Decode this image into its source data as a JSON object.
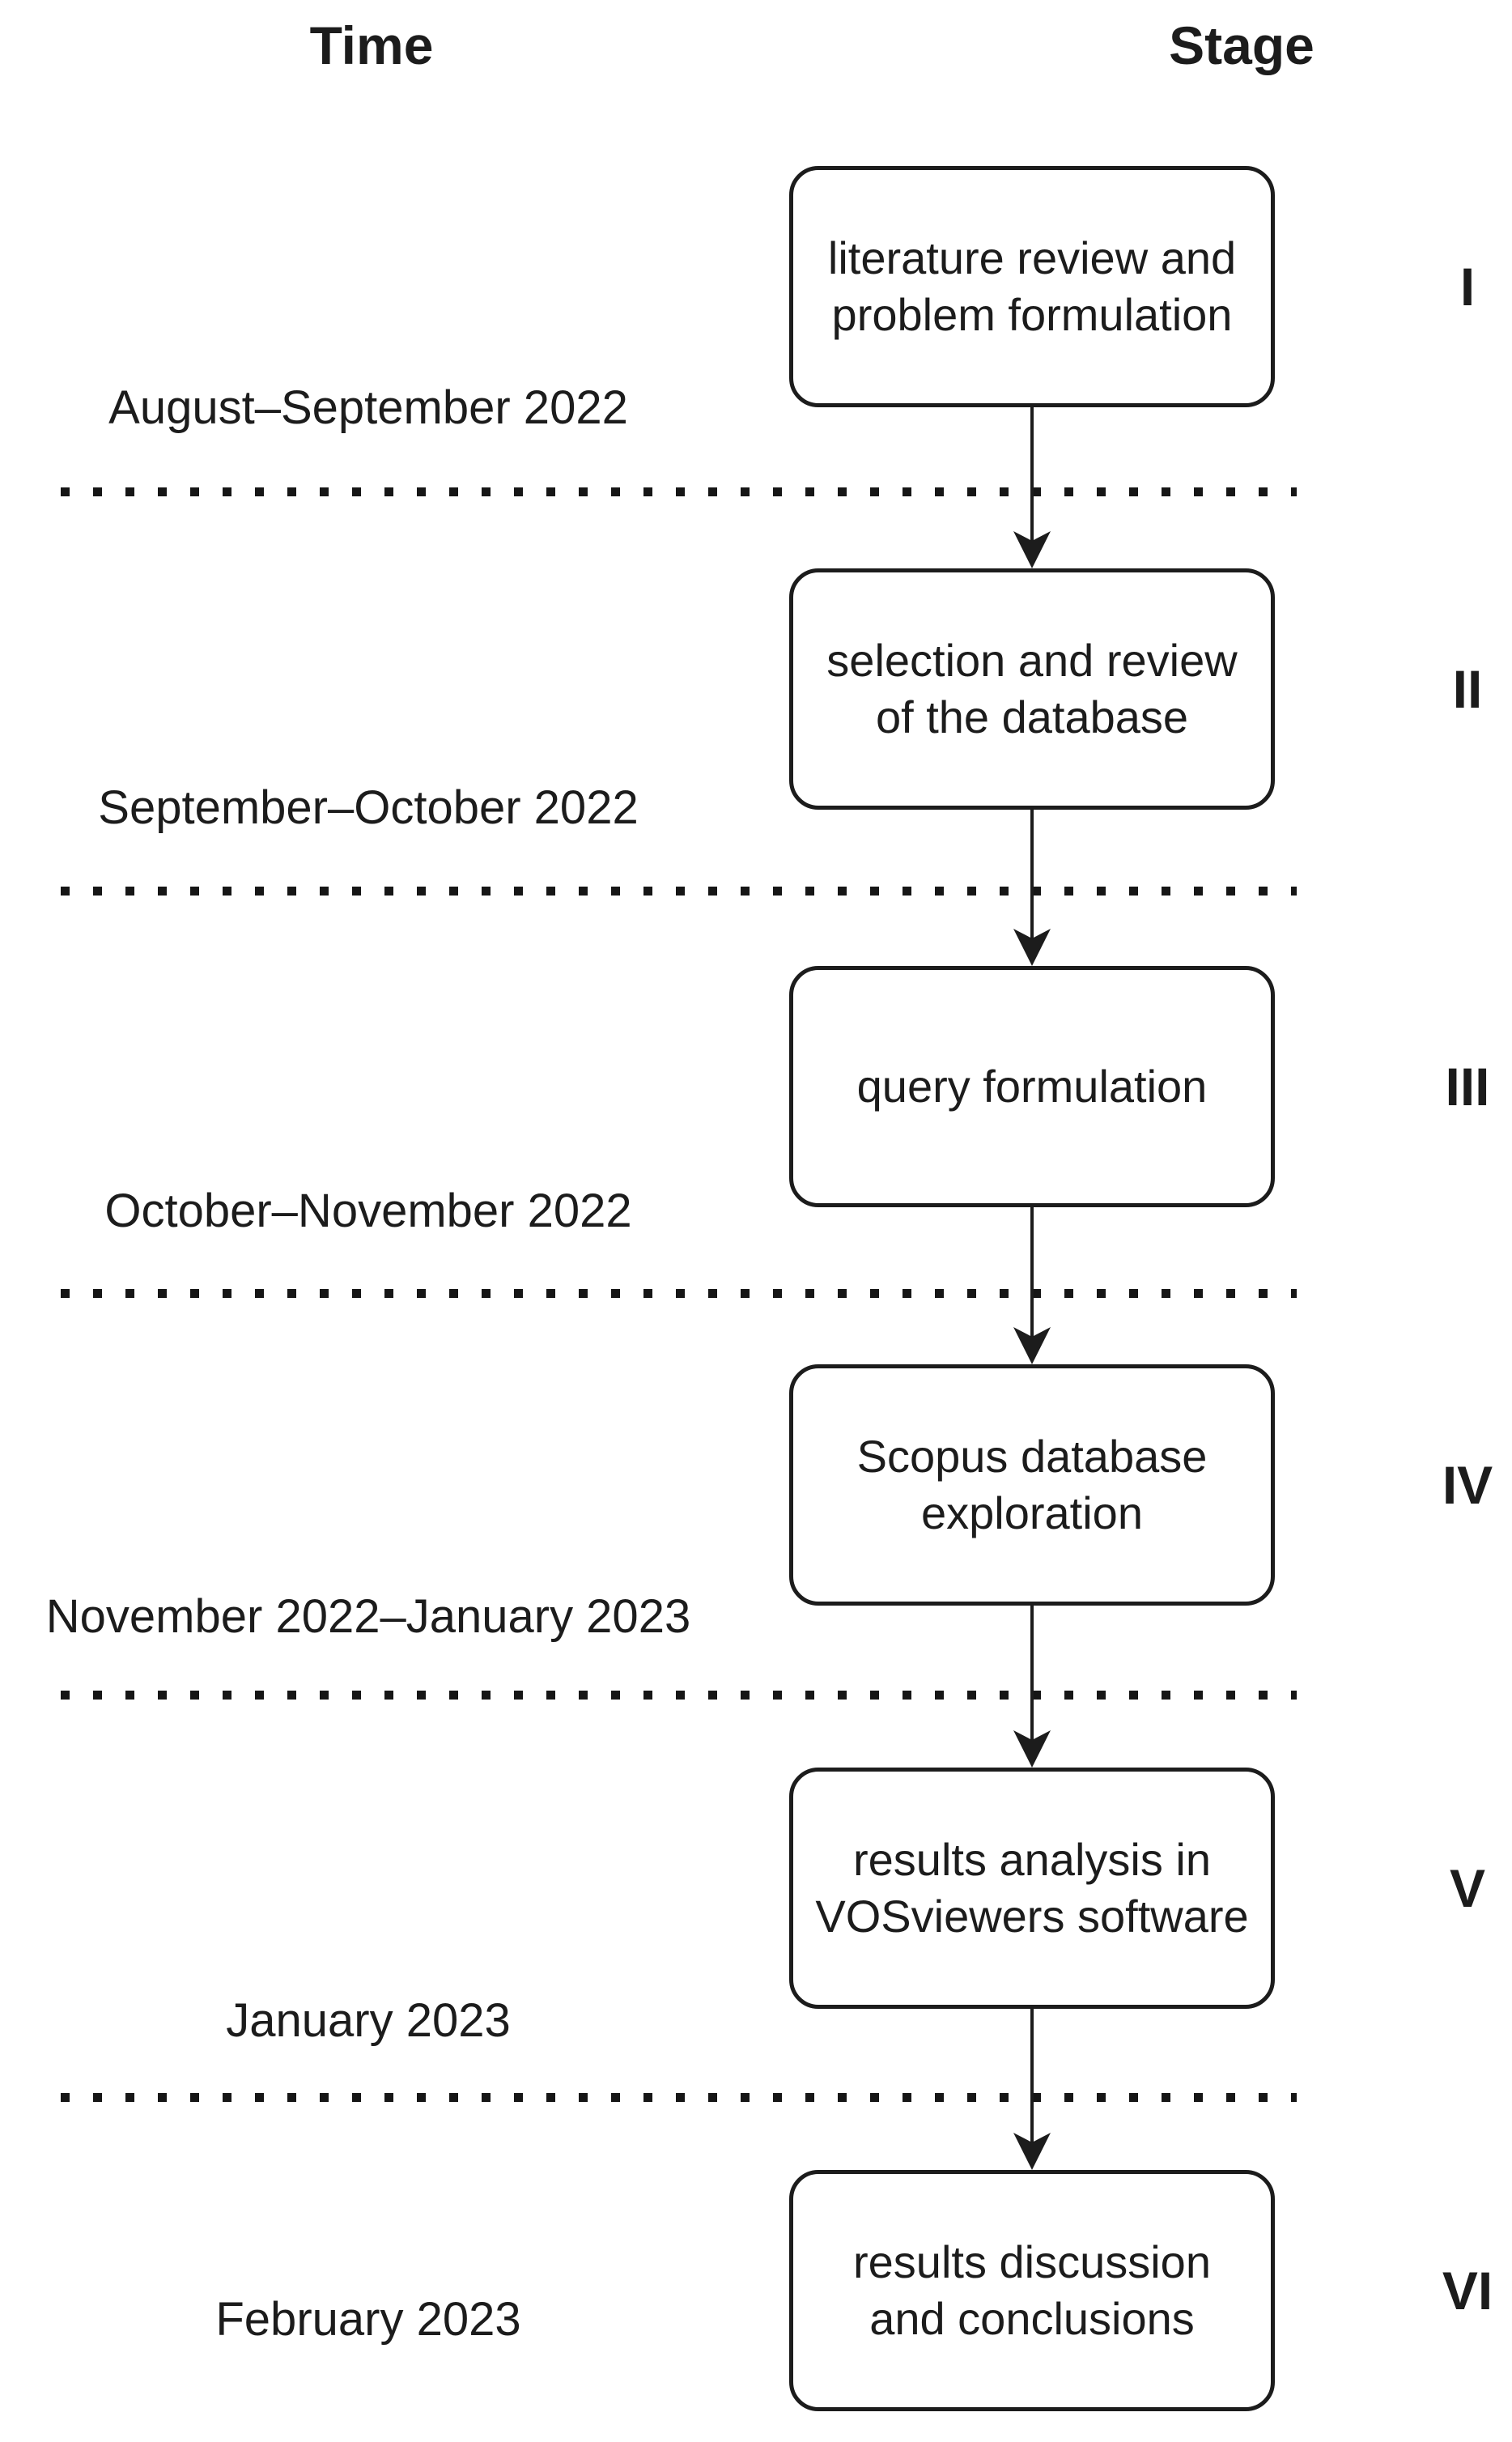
{
  "header": {
    "time": "Time",
    "stage": "Stage"
  },
  "colors": {
    "ink": "#1c1c1c",
    "background": "#ffffff"
  },
  "stages": [
    {
      "numeral": "I",
      "label": "literature review and\nproblem formulation",
      "time": "August–September 2022"
    },
    {
      "numeral": "II",
      "label": "selection and review\nof the database",
      "time": "September–October 2022"
    },
    {
      "numeral": "III",
      "label": "query formulation",
      "time": "October–November 2022"
    },
    {
      "numeral": "IV",
      "label": "Scopus database\nexploration",
      "time": "November 2022–January 2023"
    },
    {
      "numeral": "V",
      "label": "results analysis in\nVOSviewers software",
      "time": "January 2023"
    },
    {
      "numeral": "VI",
      "label": "results discussion\nand conclusions",
      "time": "February 2023"
    }
  ]
}
